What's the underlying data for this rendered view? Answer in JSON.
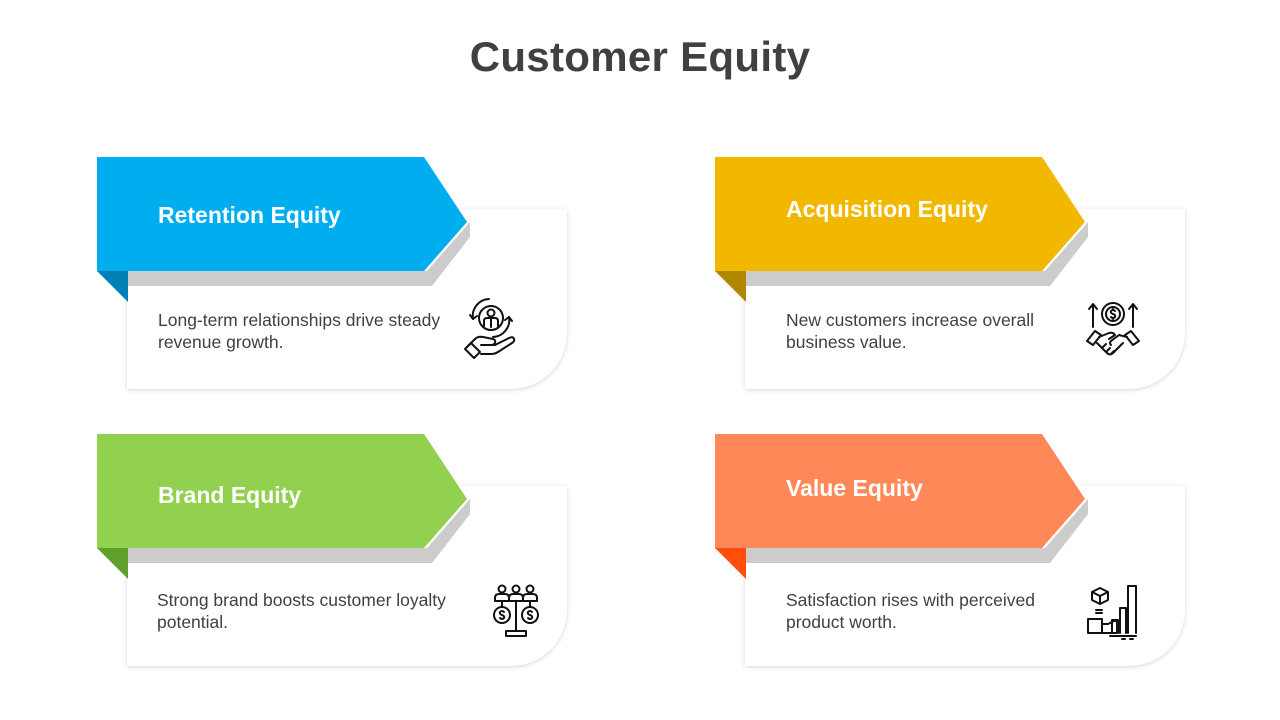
{
  "title": "Customer Equity",
  "shadow_color": "#CCCCCC",
  "text_color": "#404040",
  "items": [
    {
      "id": "retention",
      "heading": "Retention Equity",
      "description": "Long-term relationships drive steady revenue growth.",
      "icon": "customer-care-hand-icon",
      "color": "#00AEEF",
      "fold_color": "#0080B4"
    },
    {
      "id": "acquisition",
      "heading": "Acquisition Equity",
      "description": "New customers increase overall business value.",
      "icon": "handshake-dollar-growth-icon",
      "color": "#F2B800",
      "fold_color": "#B08800"
    },
    {
      "id": "brand",
      "heading": "Brand Equity",
      "description": "Strong brand boosts customer loyalty potential.",
      "icon": "people-balance-scale-icon",
      "color": "#92D050",
      "fold_color": "#5FA02A"
    },
    {
      "id": "value",
      "heading": "Value Equity",
      "description": "Satisfaction rises with perceived product worth.",
      "icon": "product-bar-growth-icon",
      "color": "#FF8859",
      "fold_color": "#FF4D0A"
    }
  ]
}
